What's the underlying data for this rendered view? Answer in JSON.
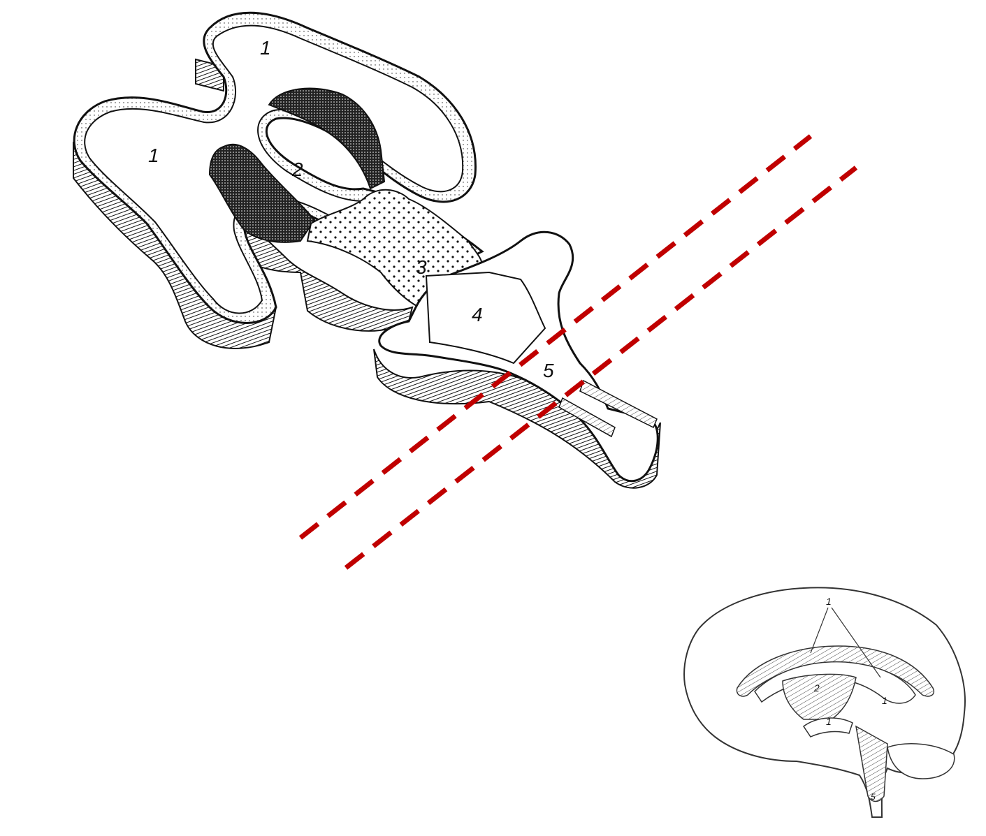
{
  "main_figure": {
    "labels": [
      {
        "id": "lateral-1-top",
        "text": "1"
      },
      {
        "id": "lateral-1-left",
        "text": "1"
      },
      {
        "id": "third",
        "text": "2"
      },
      {
        "id": "aqueduct",
        "text": "3"
      },
      {
        "id": "fourth",
        "text": "4"
      },
      {
        "id": "canal",
        "text": "5"
      }
    ],
    "cut_lines": {
      "color": "#c00000",
      "count": 2,
      "style": "dashed"
    }
  },
  "inset_figure": {
    "labels": [
      {
        "id": "inset-1-top",
        "text": "1"
      },
      {
        "id": "inset-1-right",
        "text": "1"
      },
      {
        "id": "inset-1-left",
        "text": "1"
      },
      {
        "id": "inset-2",
        "text": "2"
      },
      {
        "id": "inset-5",
        "text": "5"
      }
    ]
  },
  "colors": {
    "line": "#111111",
    "cut_line": "#c00000"
  }
}
